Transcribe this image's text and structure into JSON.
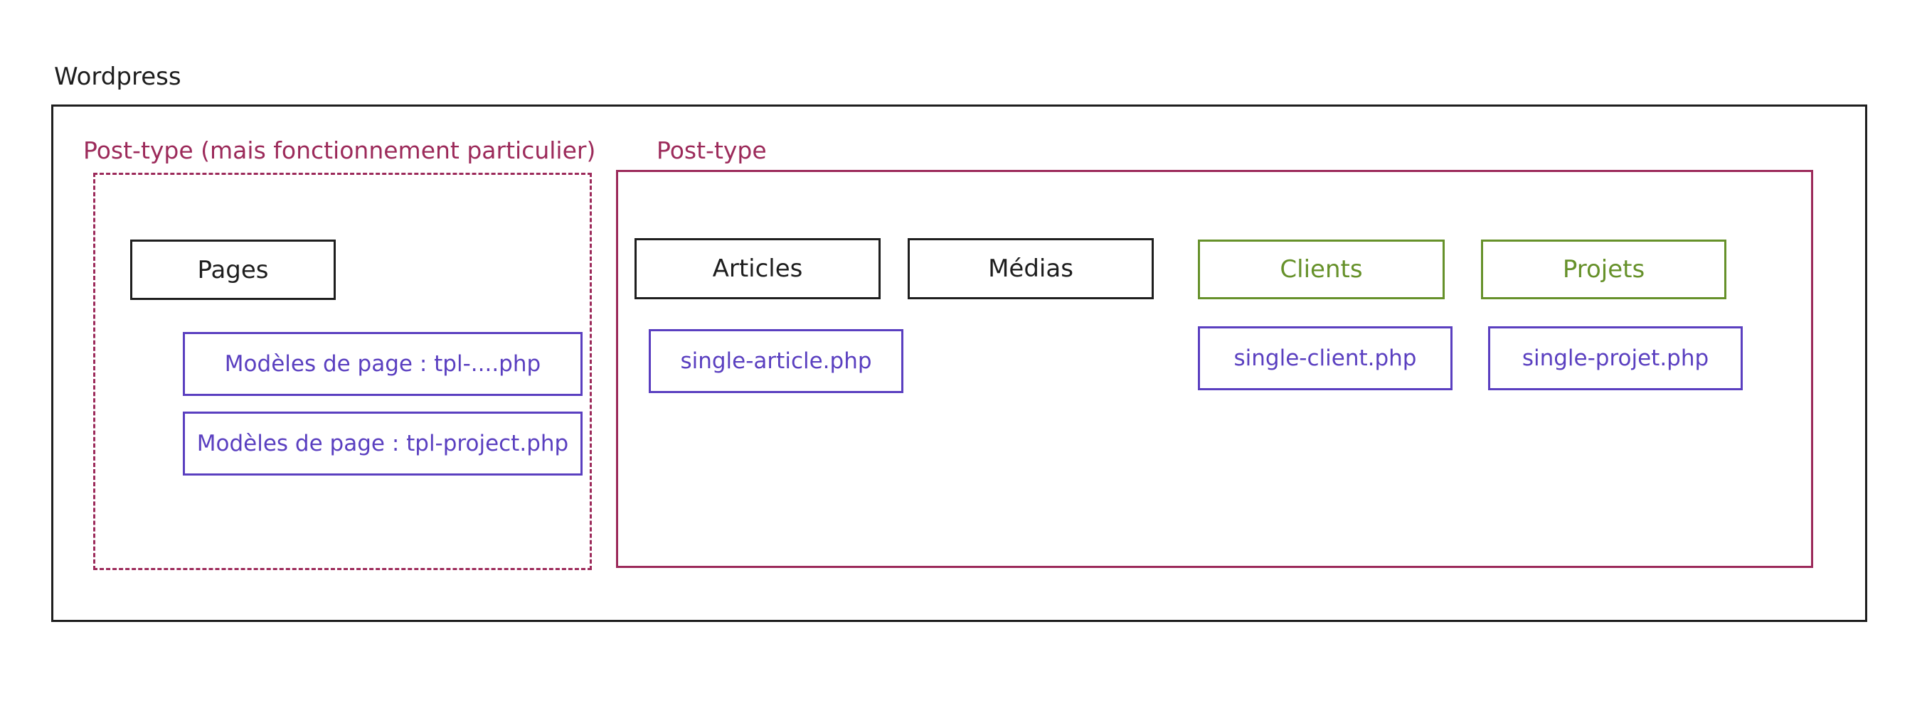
{
  "diagram": {
    "container_title": "Wordpress",
    "group_left": {
      "title": "Post-type (mais fonctionnement particulier)",
      "items": {
        "pages": "Pages",
        "template_generic": "Modèles de page : tpl-....php",
        "template_project": "Modèles de page : tpl-project.php"
      }
    },
    "group_right": {
      "title": "Post-type",
      "items": {
        "articles": "Articles",
        "medias": "Médias",
        "clients": "Clients",
        "projets": "Projets",
        "single_article": "single-article.php",
        "single_client": "single-client.php",
        "single_projet": "single-projet.php"
      }
    }
  },
  "colors": {
    "stroke_default": "#1e1e1e",
    "group_title": "#9c2a5a",
    "group_border": "#9c2a5a",
    "custom_type": "#66912a",
    "template_file": "#5a3fc0"
  }
}
